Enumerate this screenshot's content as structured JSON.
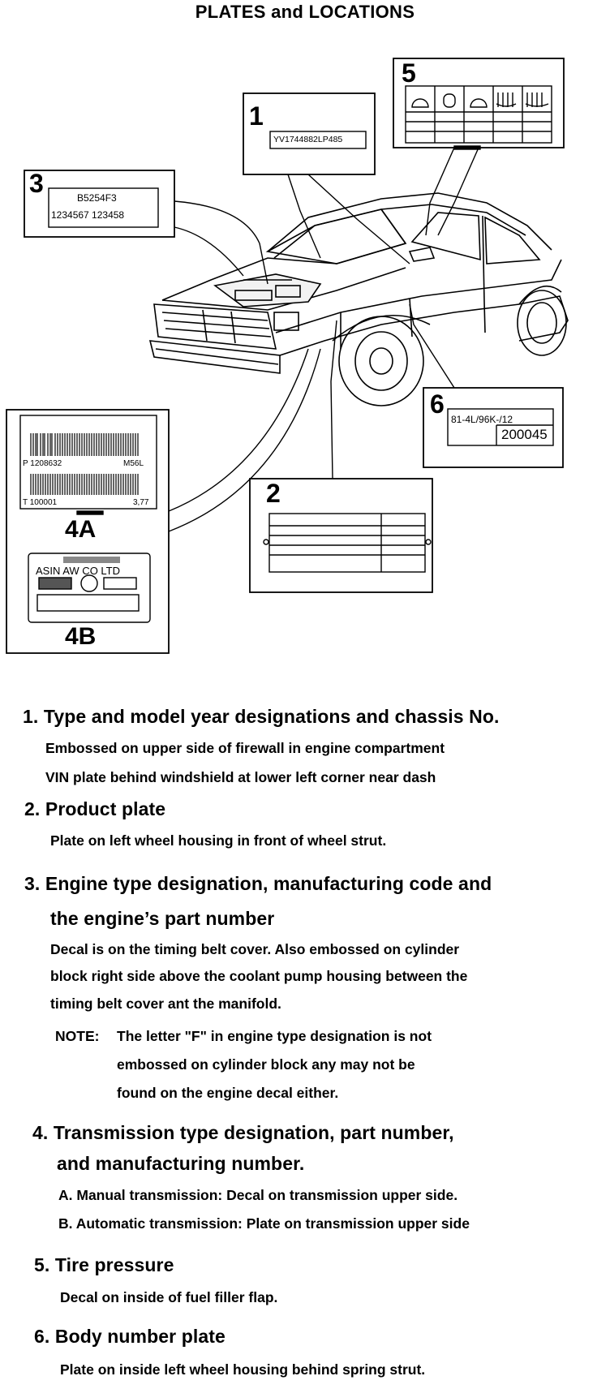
{
  "title": "PLATES and LOCATIONS",
  "callouts": {
    "c1": {
      "num": "1",
      "plate_text": "YV1744882LP485"
    },
    "c2": {
      "num": "2"
    },
    "c3": {
      "num": "3",
      "line1": "B5254F3",
      "line2": "1234567 123458"
    },
    "c4": {
      "labelA": "4A",
      "labelB": "4B",
      "a_left": "P 1208632",
      "a_right": "M56L",
      "a_bottom_left": "T 100001",
      "a_bottom_right": "3,77",
      "b_maker": "ASIN  AW  CO  LTD"
    },
    "c5": {
      "num": "5"
    },
    "c6": {
      "num": "6",
      "line1": "81-4L/96K-/12",
      "line2": "200045"
    }
  },
  "items": [
    {
      "heading": "1. Type and model year designations and chassis No.",
      "lines": [
        "Embossed on upper side of firewall in engine compartment",
        "VIN plate behind windshield at lower left corner near dash"
      ]
    },
    {
      "heading": "2. Product plate",
      "lines": [
        "Plate on left wheel housing in front of wheel strut."
      ]
    },
    {
      "heading": "3. Engine type designation, manufacturing code and",
      "heading2": "the engine’s part number",
      "lines": [
        "Decal is on the timing belt cover.   Also embossed on cylinder",
        "block right side above the coolant pump housing between the",
        "timing belt cover ant the manifold."
      ],
      "note": {
        "label": "NOTE:",
        "lines": [
          "The letter \"F\" in engine type designation is not",
          "embossed on cylinder block any may not be",
          "found on the engine decal either."
        ]
      }
    },
    {
      "heading": "4. Transmission type designation, part number,",
      "heading2": "and manufacturing number.",
      "lines": [
        "A. Manual transmission: Decal on transmission upper side.",
        "B. Automatic transmission: Plate on transmission upper side"
      ]
    },
    {
      "heading": "5. Tire pressure",
      "lines": [
        "Decal on inside of fuel filler flap."
      ]
    },
    {
      "heading": "6. Body number plate",
      "lines": [
        "Plate on inside left wheel housing behind spring strut."
      ]
    }
  ]
}
